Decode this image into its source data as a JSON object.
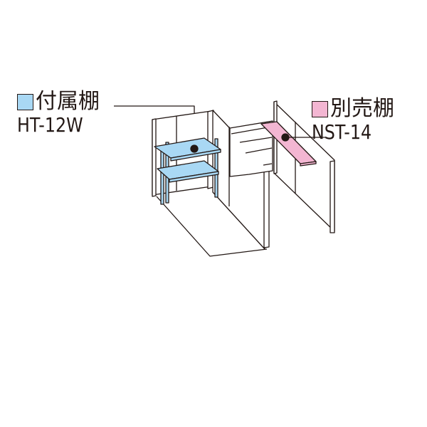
{
  "legend": {
    "included_shelf": {
      "label": "付属棚",
      "code": "HT-12W",
      "color": "#a9d8f4"
    },
    "sold_separately_shelf": {
      "label": "別売棚",
      "code": "NST-14",
      "color": "#f3b6d2"
    }
  },
  "colors": {
    "line": "#231815",
    "wall": "#ffffff",
    "shelf_blue": "#a9d8f4",
    "shelf_pink": "#f3b6d2"
  }
}
